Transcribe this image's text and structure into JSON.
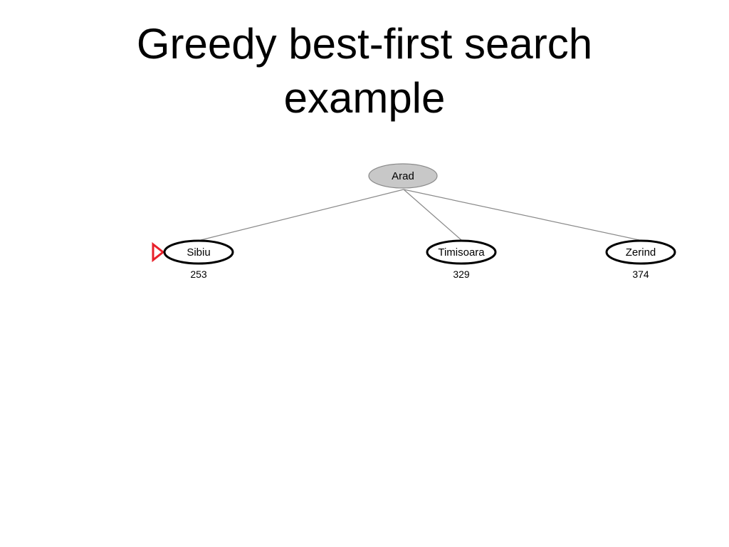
{
  "slide": {
    "title_line1": "Greedy best-first search",
    "title_line2": "example"
  },
  "tree": {
    "root": {
      "label": "Arad",
      "expanded": true
    },
    "children": [
      {
        "label": "Sibiu",
        "h": "253",
        "marked": true
      },
      {
        "label": "Timisoara",
        "h": "329",
        "marked": false
      },
      {
        "label": "Zerind",
        "h": "374",
        "marked": false
      }
    ]
  },
  "colors": {
    "expanded_fill": "#c8c8c8",
    "frontier_fill": "#ffffff",
    "marker": "#e8202a",
    "edge": "#8a8a8a"
  }
}
